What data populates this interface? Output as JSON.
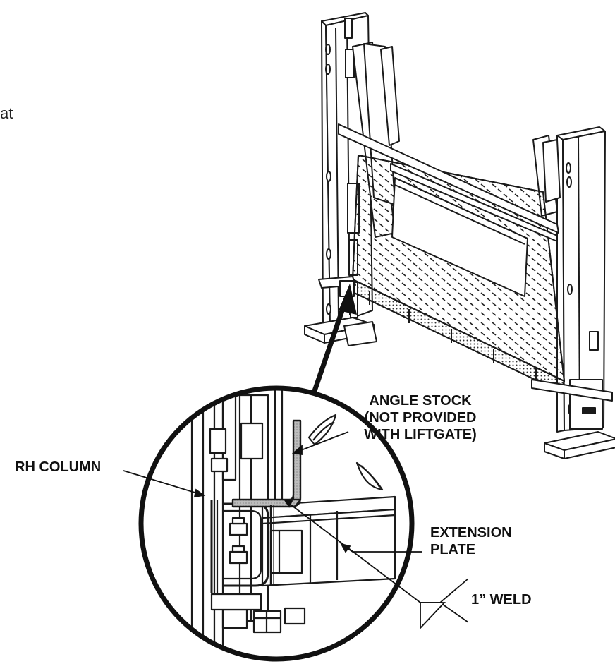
{
  "page": {
    "edge_fragment": "at"
  },
  "labels": {
    "angle_stock": [
      "ANGLE STOCK",
      "(NOT PROVIDED",
      "WITH LIFTGATE)"
    ],
    "rh_column": "RH COLUMN",
    "extension_plate": [
      "EXTENSION",
      "PLATE"
    ],
    "weld": "1” WELD"
  },
  "colors": {
    "ink": "#111111",
    "line": "#1a1a1a",
    "background": "#ffffff",
    "hatch": "#9a9a9a"
  }
}
